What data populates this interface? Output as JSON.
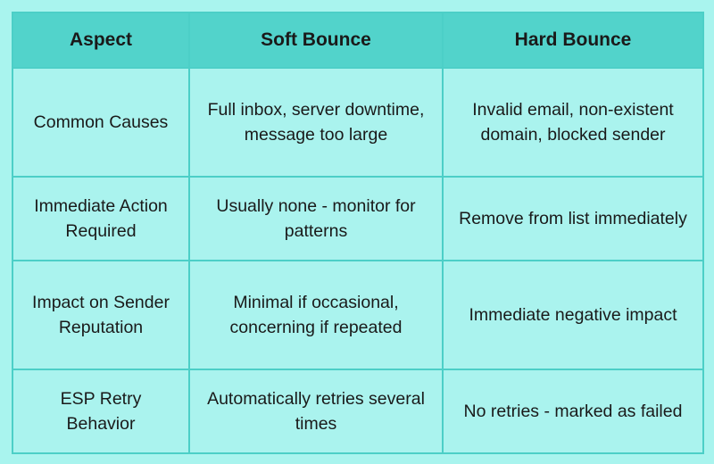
{
  "table": {
    "headers": [
      "Aspect",
      "Soft Bounce",
      "Hard Bounce"
    ],
    "rows": [
      {
        "aspect": "Common Causes",
        "soft": "Full inbox, server downtime, message too large",
        "hard": "Invalid email, non-existent domain, blocked sender"
      },
      {
        "aspect": "Immediate Action Required",
        "soft": "Usually none - monitor for patterns",
        "hard": "Remove from list immediately"
      },
      {
        "aspect": "Impact on Sender Reputation",
        "soft": "Minimal if occasional, concerning if repeated",
        "hard": "Immediate negative impact"
      },
      {
        "aspect": "ESP Retry Behavior",
        "soft": "Automatically retries several times",
        "hard": "No retries - marked as failed"
      }
    ]
  },
  "colors": {
    "background": "#a9f4ee",
    "header_fill": "#52d3cb",
    "border": "#4ccfc7"
  }
}
